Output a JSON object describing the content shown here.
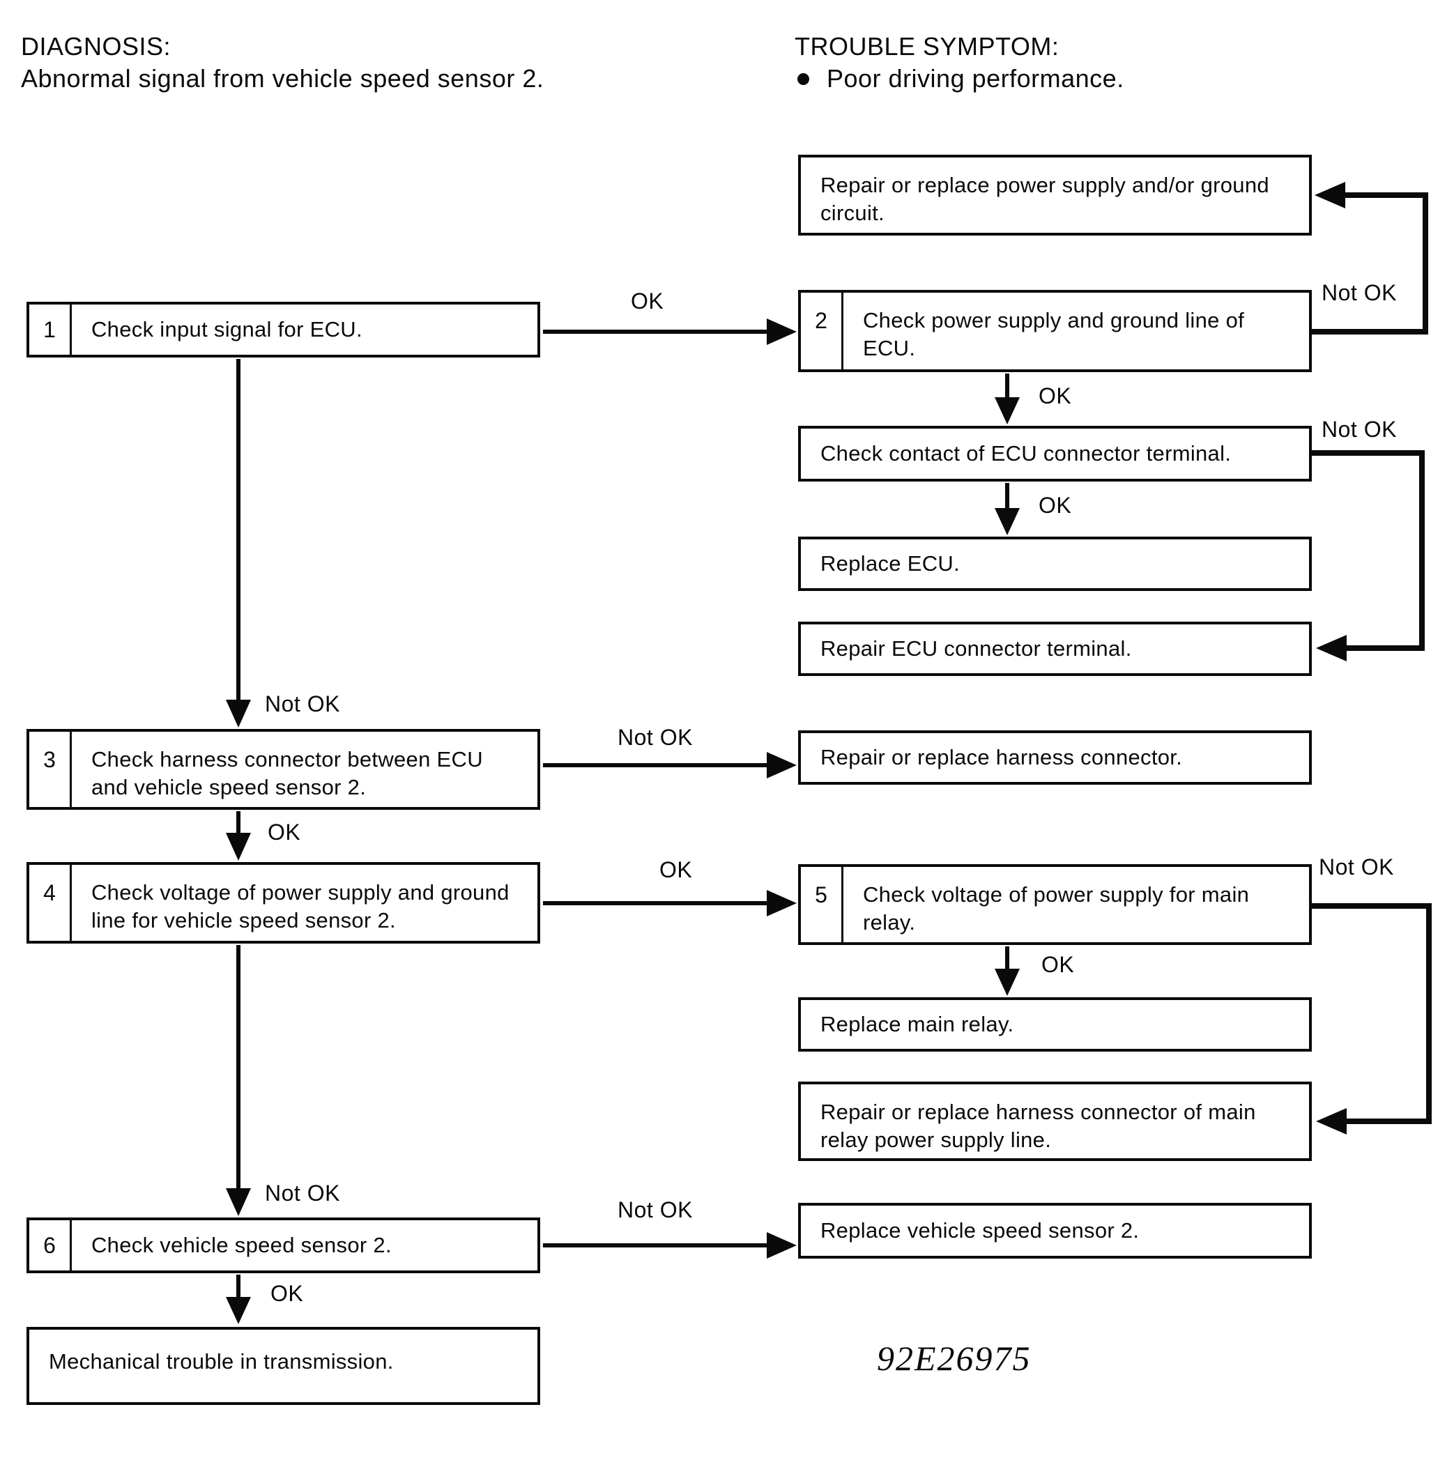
{
  "header": {
    "diagnosis_title": "DIAGNOSIS:",
    "diagnosis_text": "Abnormal signal from vehicle speed sensor 2.",
    "symptom_title": "TROUBLE SYMPTOM:",
    "symptom_bullet": "Poor driving performance."
  },
  "figure_id": "92E26975",
  "colors": {
    "ink": "#0a0a0a",
    "paper": "#ffffff"
  },
  "nodes": {
    "step1": {
      "number": "1",
      "text": "Check input signal for ECU."
    },
    "step2": {
      "number": "2",
      "text": "Check power supply and ground line of ECU."
    },
    "step3": {
      "number": "3",
      "text": "Check harness connector between ECU and vehicle speed sensor 2."
    },
    "step4": {
      "number": "4",
      "text": "Check voltage of power supply and ground line for vehicle speed sensor 2."
    },
    "step5": {
      "number": "5",
      "text": "Check voltage of power supply for main relay."
    },
    "step6": {
      "number": "6",
      "text": "Check vehicle speed sensor 2."
    },
    "repair_power": {
      "text": "Repair or replace power supply and/or ground circuit."
    },
    "check_contact": {
      "text": "Check contact of ECU connector terminal."
    },
    "replace_ecu": {
      "text": "Replace ECU."
    },
    "repair_ecu_connector": {
      "text": "Repair ECU connector terminal."
    },
    "repair_harness": {
      "text": "Repair or replace harness connector."
    },
    "replace_main_relay": {
      "text": "Replace main relay."
    },
    "repair_main_relay_harness": {
      "text": "Repair or replace harness connector of main relay power supply line."
    },
    "replace_speed_sensor": {
      "text": "Replace vehicle speed sensor 2."
    },
    "mechanical_trouble": {
      "text": "Mechanical trouble in transmission."
    }
  },
  "edges": [
    {
      "from": "step1",
      "to": "step2",
      "label": "OK"
    },
    {
      "from": "step2",
      "to": "repair_power",
      "label": "Not OK"
    },
    {
      "from": "step2",
      "to": "check_contact",
      "label": "OK"
    },
    {
      "from": "check_contact",
      "to": "repair_ecu_connector",
      "label": "Not OK"
    },
    {
      "from": "check_contact",
      "to": "replace_ecu",
      "label": "OK"
    },
    {
      "from": "step1",
      "to": "step3",
      "label": "Not OK"
    },
    {
      "from": "step3",
      "to": "repair_harness",
      "label": "Not OK"
    },
    {
      "from": "step3",
      "to": "step4",
      "label": "OK"
    },
    {
      "from": "step4",
      "to": "step5",
      "label": "OK"
    },
    {
      "from": "step5",
      "to": "repair_main_relay_harness",
      "label": "Not OK"
    },
    {
      "from": "step5",
      "to": "replace_main_relay",
      "label": "OK"
    },
    {
      "from": "step4",
      "to": "step6",
      "label": "Not OK"
    },
    {
      "from": "step6",
      "to": "replace_speed_sensor",
      "label": "Not OK"
    },
    {
      "from": "step6",
      "to": "mechanical_trouble",
      "label": "OK"
    }
  ]
}
